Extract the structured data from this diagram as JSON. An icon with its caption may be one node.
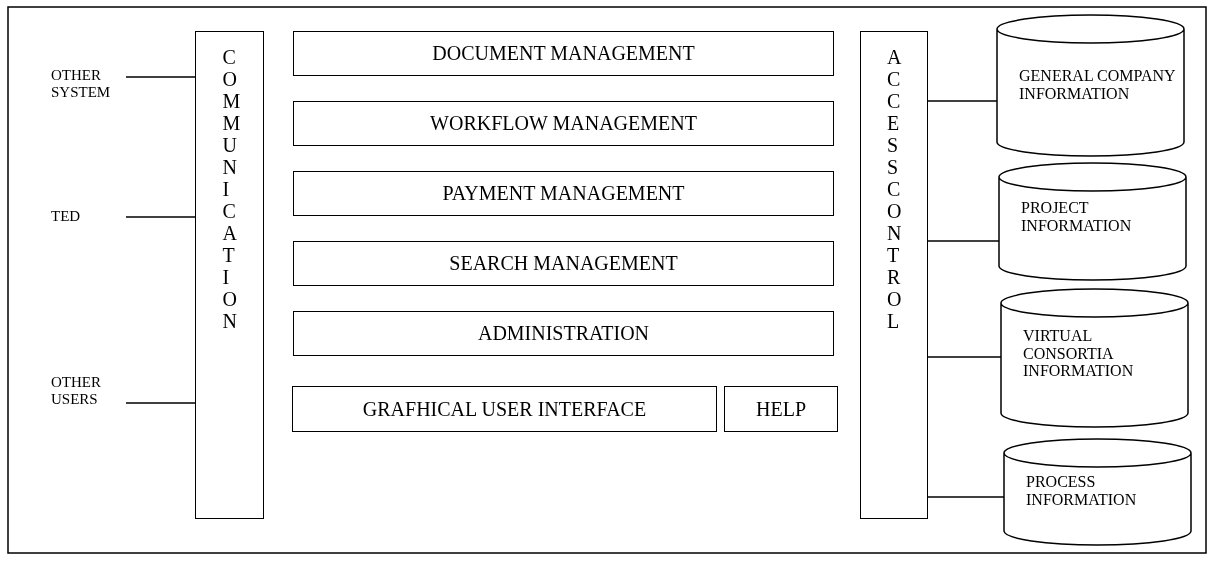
{
  "diagram": {
    "nodes": [
      {
        "text": [
          "OTHER SYSTEM"
        ]
      },
      {
        "text": [
          "TED"
        ]
      },
      {
        "text": [
          "OTHER USERS"
        ]
      },
      {
        "text": [
          "COMMUNICATION"
        ]
      },
      {
        "text": [
          "DOCUMENT MANAGEMENT"
        ]
      },
      {
        "text": [
          "WORKFLOW MANAGEMENT"
        ]
      },
      {
        "text": [
          "PAYMENT MANAGEMENT"
        ]
      },
      {
        "text": [
          "SEARCH MANAGEMENT"
        ]
      },
      {
        "text": [
          "ADMINISTRATION"
        ]
      },
      {
        "text": [
          "GRAFHICAL USER INTERFACE"
        ]
      },
      {
        "text": [
          "HELP"
        ]
      },
      {
        "text": [
          "ACCESS CONTROL"
        ]
      },
      {
        "text": [
          "GENERAL COMPANY INFORMATION"
        ]
      },
      {
        "text": [
          "PROJECT INFORMATION"
        ]
      },
      {
        "text": [
          "VIRTUAL CONSORTIA INFORMATION"
        ]
      },
      {
        "text": [
          "PROCESS INFORMATION"
        ]
      }
    ],
    "edges": [
      {
        "from": 0,
        "to": 3,
        "arrow": "none"
      },
      {
        "from": 1,
        "to": 3,
        "arrow": "none"
      },
      {
        "from": 2,
        "to": 3,
        "arrow": "none"
      },
      {
        "from": 11,
        "to": 12,
        "arrow": "none"
      },
      {
        "from": 11,
        "to": 13,
        "arrow": "none"
      },
      {
        "from": 11,
        "to": 14,
        "arrow": "none"
      },
      {
        "from": 11,
        "to": 15,
        "arrow": "none"
      }
    ]
  }
}
